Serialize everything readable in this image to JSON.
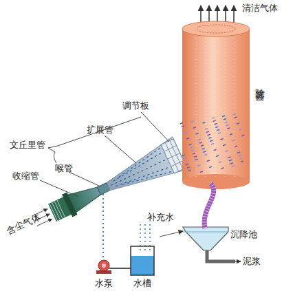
{
  "diagram": {
    "nodes": [
      {
        "text": [
          "除雾器"
        ]
      }
    ],
    "labels": [
      "清洁气体",
      "文丘里管",
      "调节板",
      "扩展管",
      "收缩管",
      "喉管",
      "补充水",
      "沉降池",
      "含尘气体",
      "泥浆",
      "水泵",
      "水槽"
    ]
  }
}
